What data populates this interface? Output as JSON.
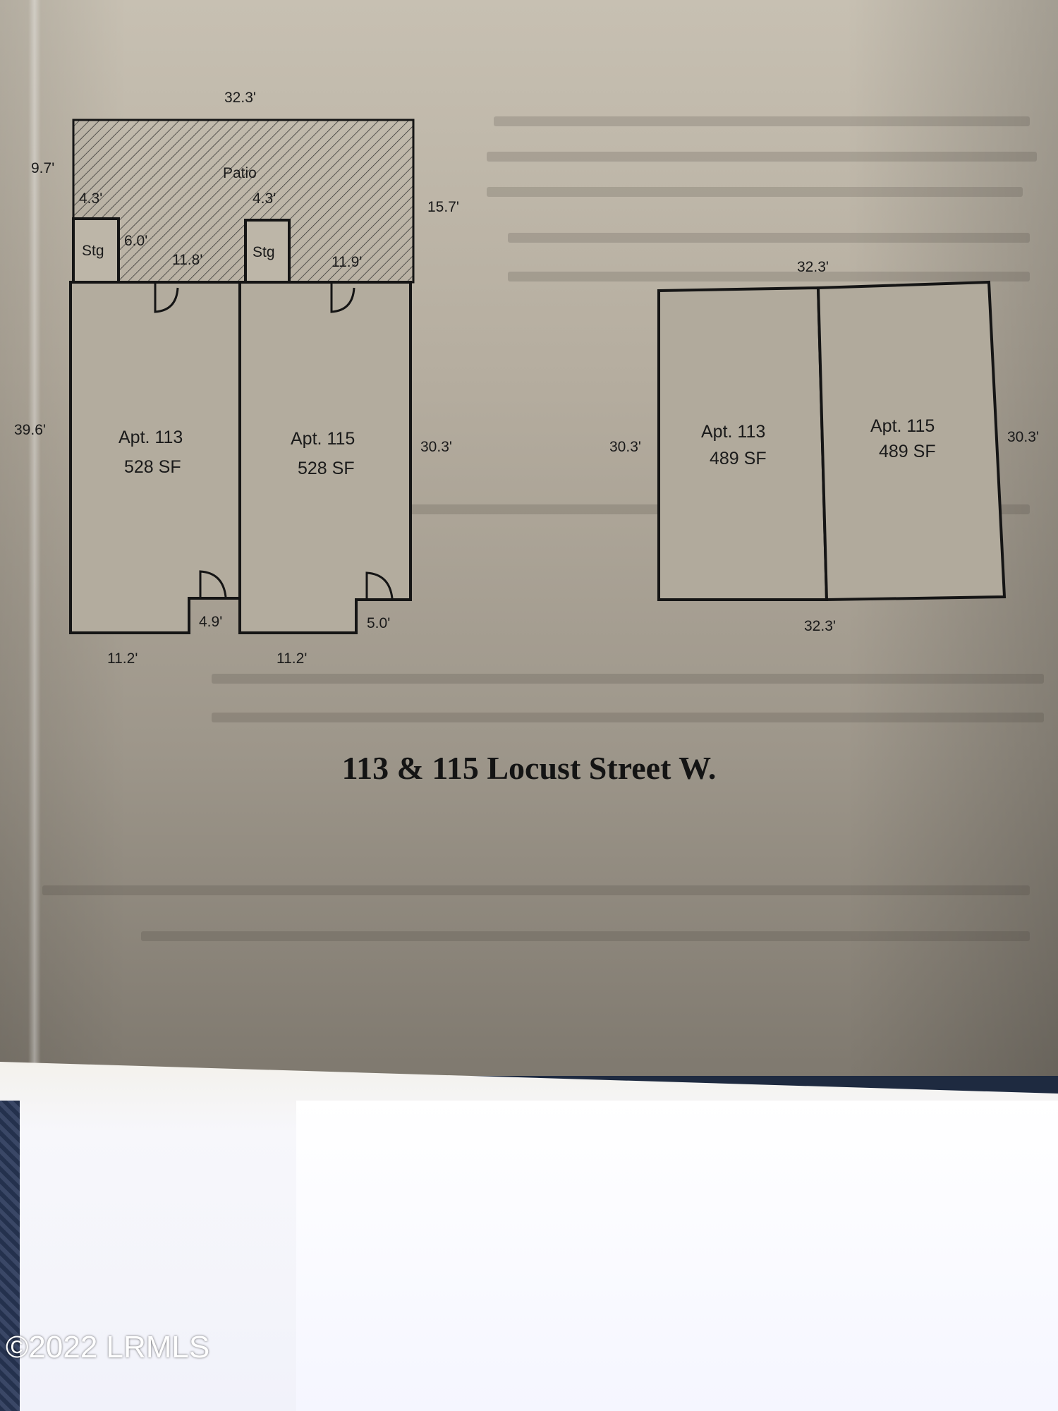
{
  "floor_plan_left": {
    "top_width": "32.3'",
    "patio_depth_left": "9.7'",
    "patio_label": "Patio",
    "right_depth": "15.7'",
    "stg1_width": "4.3'",
    "stg2_width": "4.3'",
    "stg1_label": "Stg",
    "stg2_label": "Stg",
    "patio_gap_depth": "6.0'",
    "patio_segment_1": "11.8'",
    "patio_segment_2": "11.9'",
    "overall_depth": "39.6'",
    "right_wall": "30.3'",
    "apt_113_name": "Apt. 113",
    "apt_113_area": "528 SF",
    "apt_115_name": "Apt. 115",
    "apt_115_area": "528 SF",
    "notch_113": "4.9'",
    "notch_115": "5.0'",
    "bottom_113": "11.2'",
    "bottom_115": "11.2'"
  },
  "floor_plan_right": {
    "top_width": "32.3'",
    "left_wall": "30.3'",
    "right_wall": "30.3'",
    "bottom_width": "32.3'",
    "apt_113_name": "Apt. 113",
    "apt_113_area": "489 SF",
    "apt_115_name": "Apt. 115",
    "apt_115_area": "489 SF"
  },
  "caption": "113 & 115 Locust Street W.",
  "copyright": "©2022 LRMLS"
}
